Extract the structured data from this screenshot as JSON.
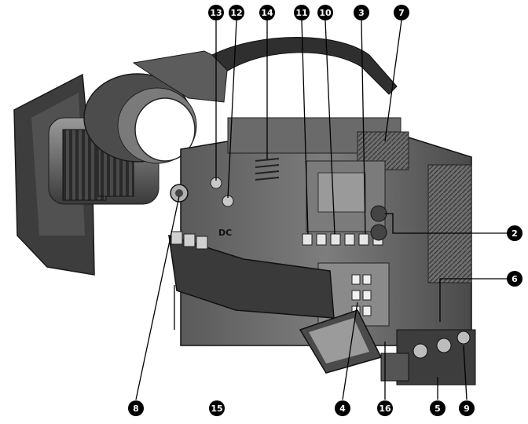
{
  "figure": {
    "subject": "camera-recorder-left-side-view",
    "callouts": [
      {
        "id": "c13",
        "label": "13"
      },
      {
        "id": "c12",
        "label": "12"
      },
      {
        "id": "c14",
        "label": "14"
      },
      {
        "id": "c11",
        "label": "11"
      },
      {
        "id": "c10",
        "label": "10"
      },
      {
        "id": "c3",
        "label": "3"
      },
      {
        "id": "c7",
        "label": "7"
      },
      {
        "id": "c2",
        "label": "2"
      },
      {
        "id": "c6",
        "label": "6"
      },
      {
        "id": "c8",
        "label": "8"
      },
      {
        "id": "c15",
        "label": "15"
      },
      {
        "id": "c4",
        "label": "4"
      },
      {
        "id": "c16",
        "label": "16"
      },
      {
        "id": "c5",
        "label": "5"
      },
      {
        "id": "c9",
        "label": "9"
      }
    ],
    "panel_text": {
      "dc_label": "DC"
    }
  }
}
